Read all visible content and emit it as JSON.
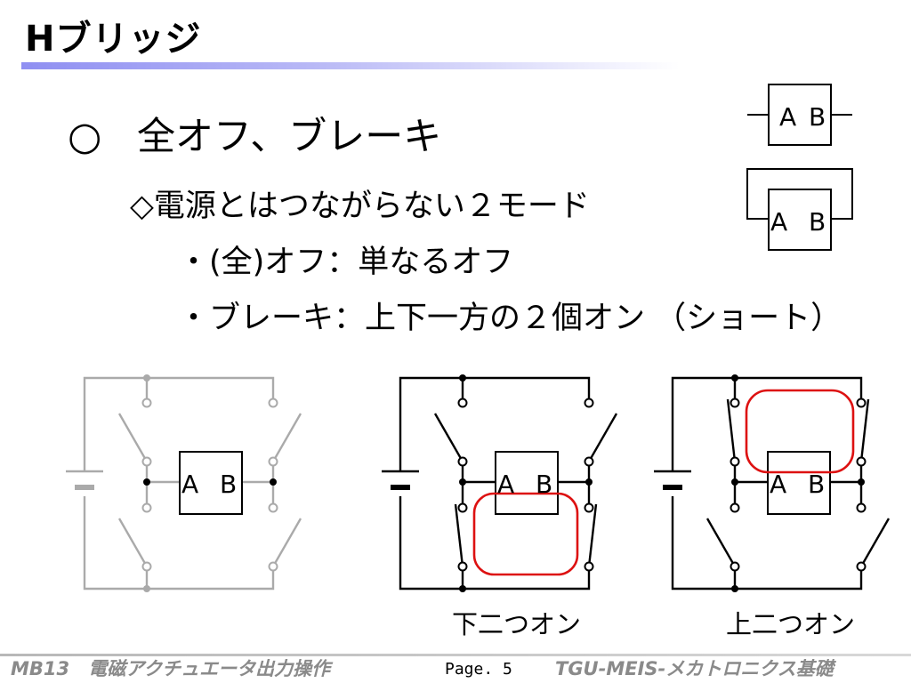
{
  "title": "Hブリッジ",
  "heading": {
    "bullet": "○",
    "text": "全オフ、ブレーキ"
  },
  "subheading": "◇電源とはつながらない２モード",
  "items": [
    "・(全)オフ：単なるオフ",
    "・ブレーキ：上下一方の２個オン （ショート）"
  ],
  "block_labels": {
    "a": "A",
    "b": "B"
  },
  "captions": {
    "lower_on": "下二つオン",
    "upper_on": "上二つオン"
  },
  "footer": {
    "left": "MB13　電磁アクチュエータ出力操作",
    "page": "Page. 5",
    "right": "TGU-MEIS-メカトロニクス基礎"
  },
  "colors": {
    "wire": "#000000",
    "wire_off": "#aaaaaa",
    "loop": "#dd1111",
    "title_underline": "#8f8ff2"
  }
}
